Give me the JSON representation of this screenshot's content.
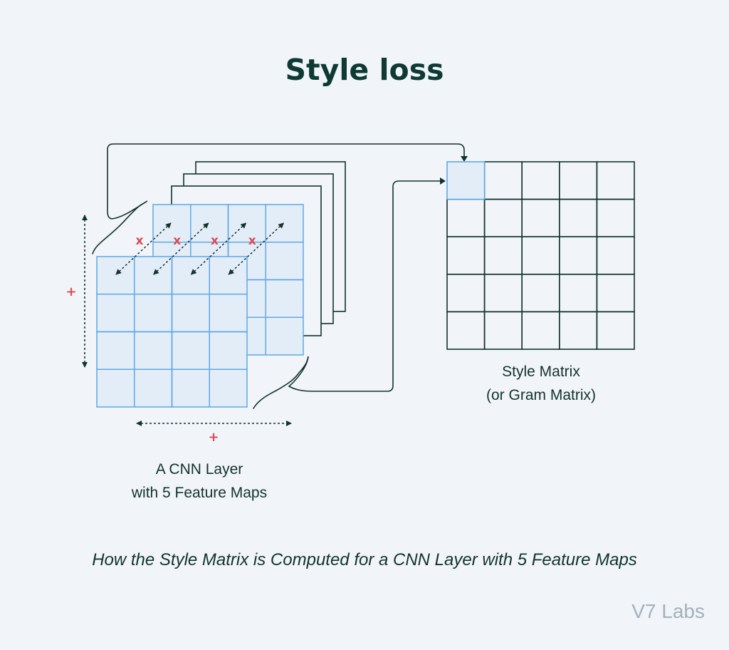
{
  "title": "Style loss",
  "cnn_layer": {
    "label_line1": "A CNN Layer",
    "label_line2": "with 5 Feature Maps",
    "feature_map_count": 5,
    "grid_size": 4,
    "multiply_symbol": "x",
    "sum_symbol": "+"
  },
  "style_matrix": {
    "label_line1": "Style Matrix",
    "label_line2": "(or Gram Matrix)",
    "grid_size": 5
  },
  "caption": "How the Style Matrix is Computed for a CNN Layer with 5 Feature Maps",
  "brand": "V7 Labs",
  "colors": {
    "background": "#f1f5fa",
    "cell_fill": "#e3edf8",
    "cell_stroke": "#5fa8e3",
    "line": "#13332d",
    "accent_red": "#e0494d",
    "title": "#0e3a33",
    "brand": "#a4b1ba"
  }
}
